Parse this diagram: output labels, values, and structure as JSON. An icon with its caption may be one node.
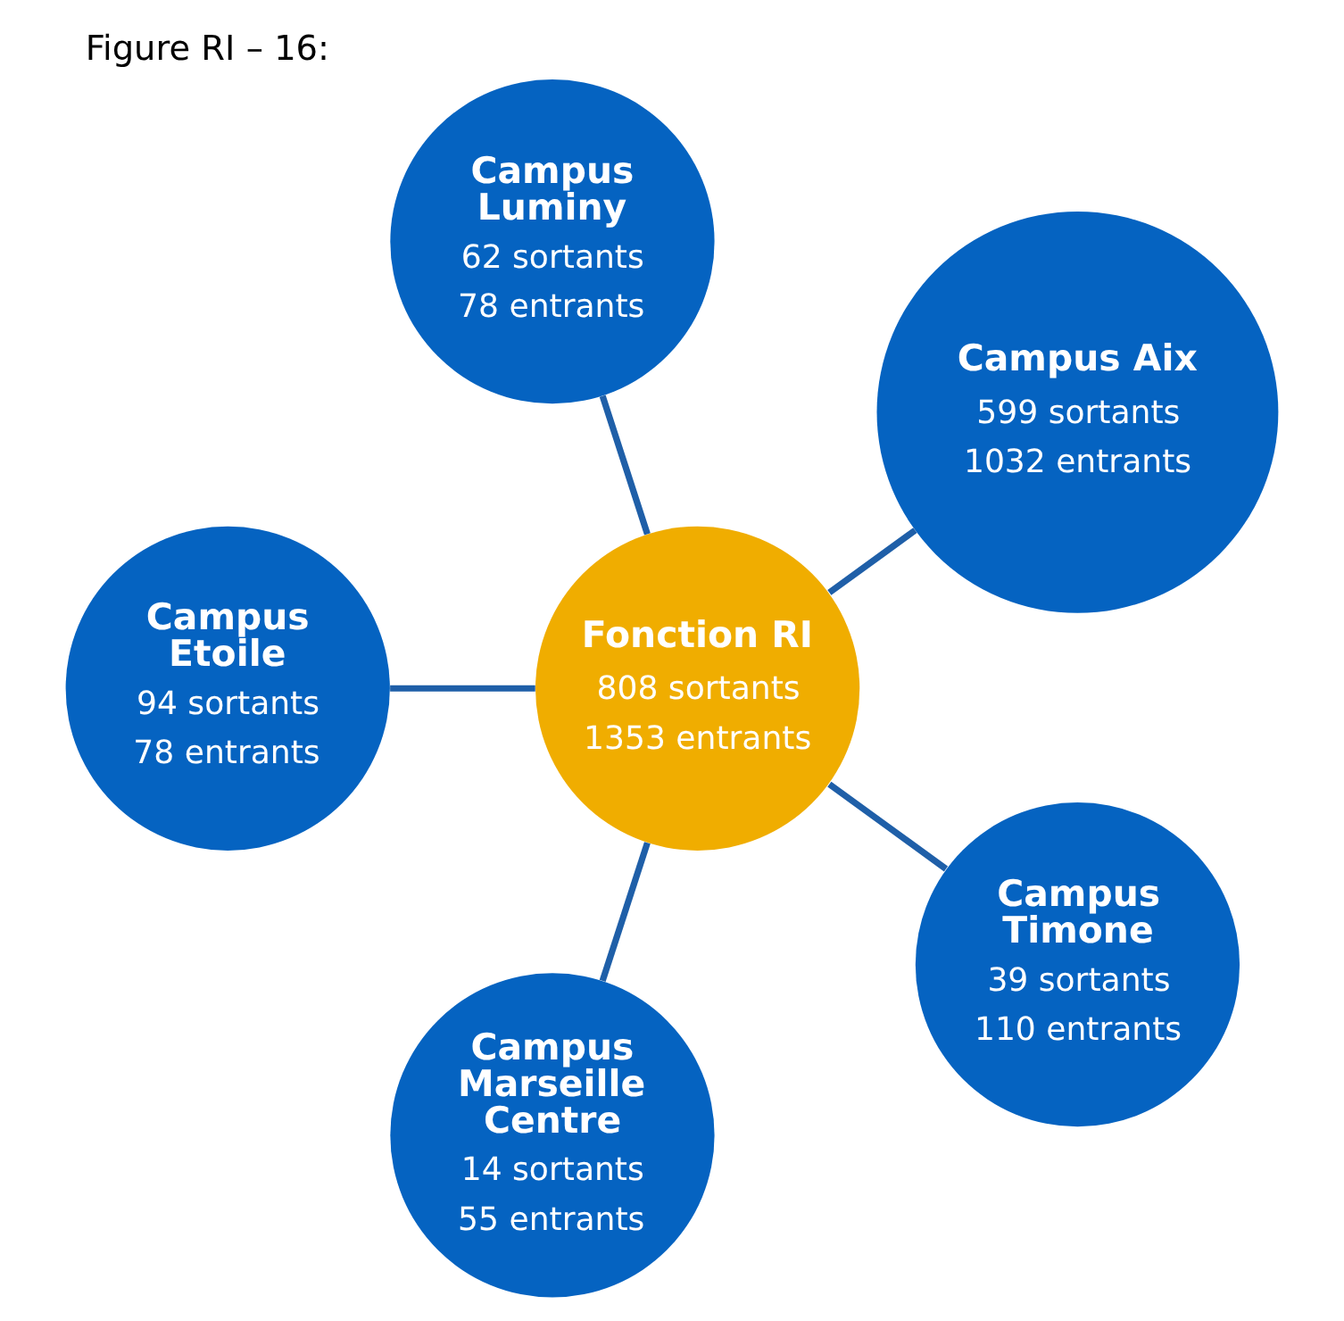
{
  "diagram": {
    "title": "Figure RI – 16:",
    "nodes": [
      {
        "text": [
          "Campus Aix",
          "599 sortants",
          "1032 entrants"
        ]
      },
      {
        "text": [
          "Campus Luminy",
          "62 sortants",
          "78 entrants"
        ]
      },
      {
        "text": [
          "Fonction RI",
          "808 sortants",
          "1353 entrants"
        ]
      },
      {
        "text": [
          "Campus Etoile",
          "94 sortants",
          "78 entrants"
        ]
      },
      {
        "text": [
          "Campus Marseille Centre",
          "14 sortants",
          "55 entrants"
        ]
      },
      {
        "text": [
          "Campus Timone",
          "39 sortants",
          "110 entrants"
        ]
      }
    ],
    "edges": [
      {
        "from": 2,
        "to": 0,
        "arrow": "none"
      },
      {
        "from": 2,
        "to": 1,
        "arrow": "none"
      },
      {
        "from": 2,
        "to": 3,
        "arrow": "none"
      },
      {
        "from": 2,
        "to": 4,
        "arrow": "none"
      },
      {
        "from": 2,
        "to": 5,
        "arrow": "none"
      }
    ]
  }
}
